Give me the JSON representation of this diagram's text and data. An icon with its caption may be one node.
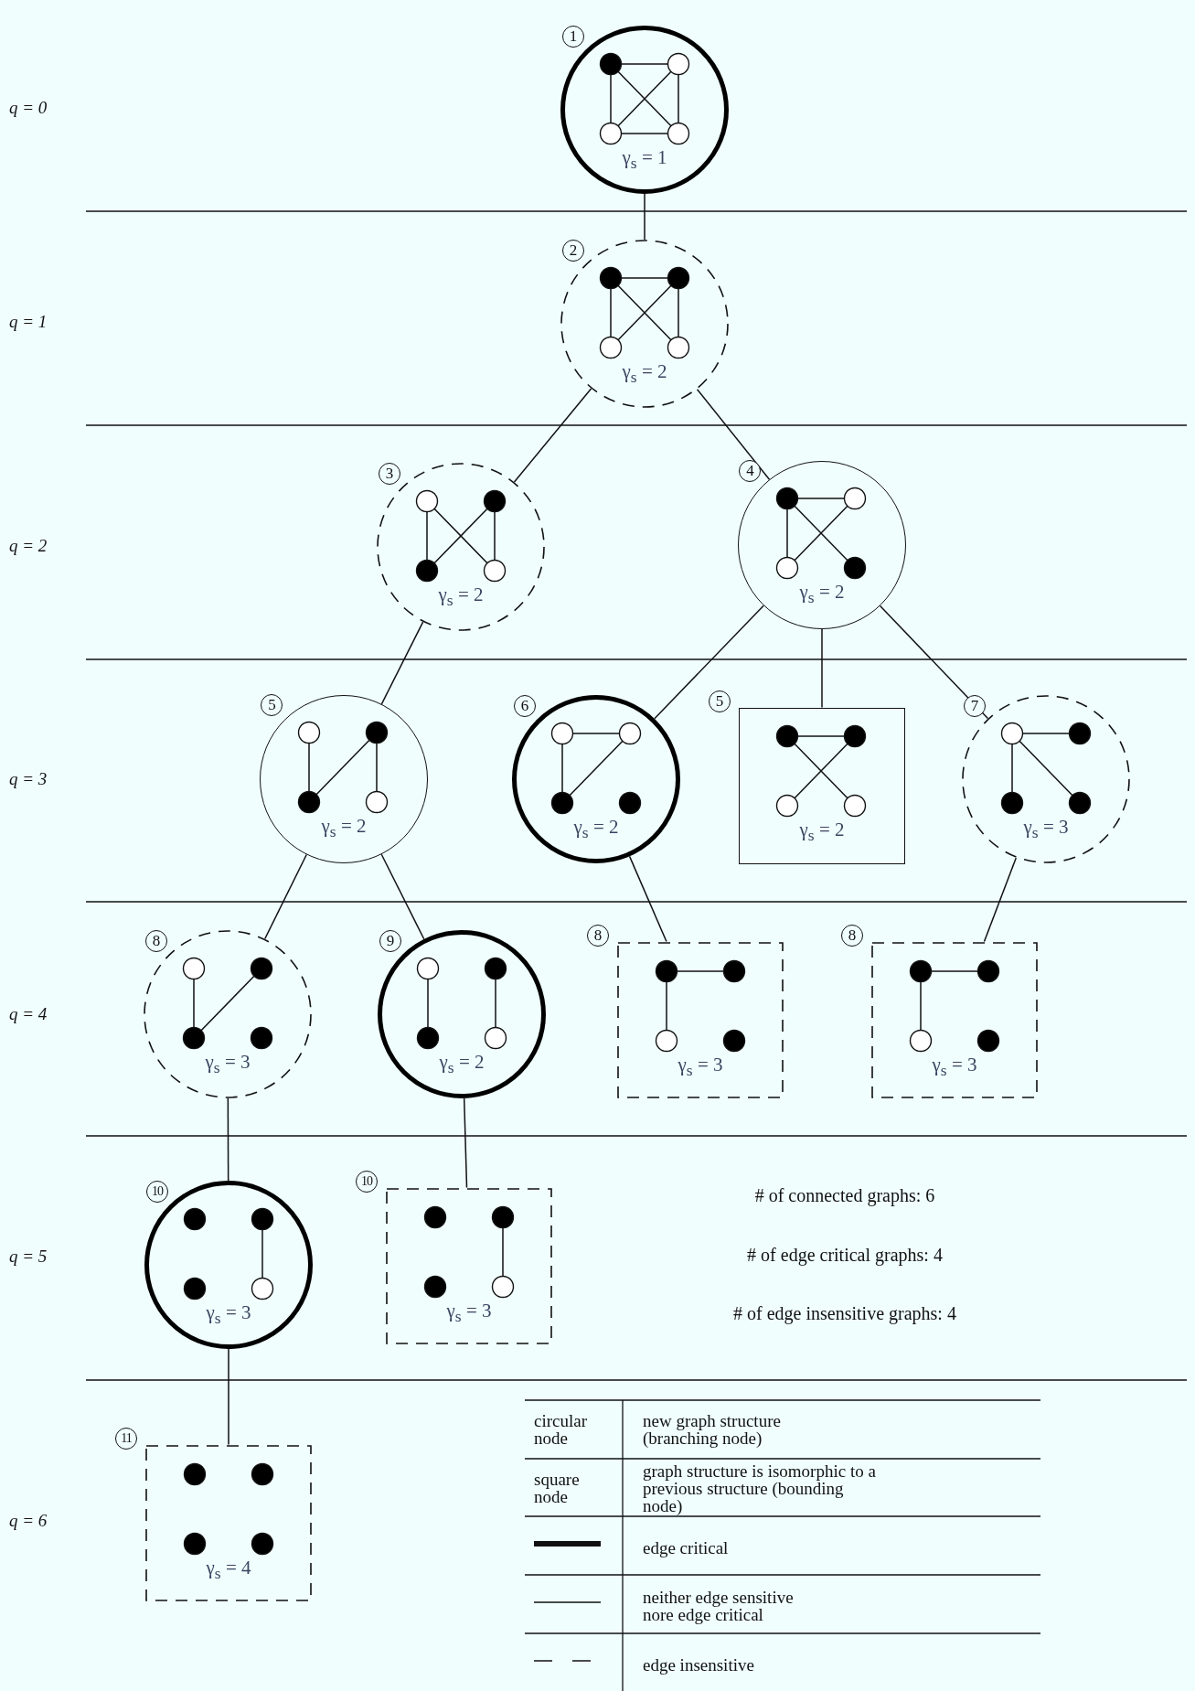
{
  "diagram": {
    "nodes": [
      {
        "text": [
          "1",
          "γ$_{s}$ = 1"
        ]
      },
      {
        "text": [
          "2",
          "γ$_{s}$ = 2"
        ]
      },
      {
        "text": [
          "3",
          "γ$_{s}$ = 2"
        ]
      },
      {
        "text": [
          "4",
          "γ$_{s}$ = 2"
        ]
      },
      {
        "text": [
          "5",
          "γ$_{s}$ = 2"
        ]
      },
      {
        "text": [
          "6",
          "γ$_{s}$ = 2"
        ]
      },
      {
        "text": [
          "γ$_{s}$ = 2"
        ],
        "beside": [
          "5"
        ]
      },
      {
        "text": [
          "7",
          "γ$_{s}$ = 3"
        ]
      },
      {
        "text": [
          "8",
          "γ$_{s}$ = 3"
        ]
      },
      {
        "text": [
          "9",
          "γ$_{s}$ = 2"
        ]
      },
      {
        "text": [
          "γ$_{s}$ = 3"
        ],
        "beside": [
          "8"
        ]
      },
      {
        "text": [
          "γ$_{s}$ = 3"
        ],
        "beside": [
          "8"
        ]
      },
      {
        "text": [
          "10",
          "γ$_{s}$ = 3"
        ]
      },
      {
        "text": [
          "γ$_{s}$ = 3"
        ],
        "beside": [
          "10"
        ]
      },
      {
        "text": [
          "γ$_{s}$ = 4"
        ],
        "beside": [
          "11"
        ]
      }
    ],
    "edges": [
      {
        "from": 0,
        "to": 1,
        "arrow": "none"
      },
      {
        "from": 1,
        "to": 2,
        "arrow": "none"
      },
      {
        "from": 1,
        "to": 3,
        "arrow": "none"
      },
      {
        "from": 2,
        "to": 4,
        "arrow": "none"
      },
      {
        "from": 3,
        "to": 5,
        "arrow": "none"
      },
      {
        "from": 3,
        "to": 6,
        "arrow": "none"
      },
      {
        "from": 3,
        "to": 7,
        "arrow": "none"
      },
      {
        "from": 4,
        "to": 8,
        "arrow": "none"
      },
      {
        "from": 4,
        "to": 9,
        "arrow": "none"
      },
      {
        "from": 5,
        "to": 10,
        "arrow": "none"
      },
      {
        "from": 7,
        "to": 11,
        "arrow": "none"
      },
      {
        "from": 8,
        "to": 12,
        "arrow": "none"
      },
      {
        "from": 9,
        "to": 13,
        "arrow": "none"
      },
      {
        "from": 12,
        "to": 14,
        "arrow": "none"
      }
    ],
    "labels": [
      "q = 0",
      "q = 1",
      "q = 2",
      "q = 3",
      "q = 4",
      "q = 5",
      "q = 6",
      "# of connected graphs: 6",
      "# of edge critical graphs: 4",
      "# of edge insensitive graphs: 4",
      "circular node",
      "new graph structure (branching node)",
      "square node",
      "graph structure is isomorphic to a previous structure (bounding node)"
    ],
    "legend": [
      {
        "text": "edge critical"
      },
      {
        "text": "neither edge sensitive nore edge critical"
      },
      {
        "text": "edge insensitive"
      }
    ]
  }
}
